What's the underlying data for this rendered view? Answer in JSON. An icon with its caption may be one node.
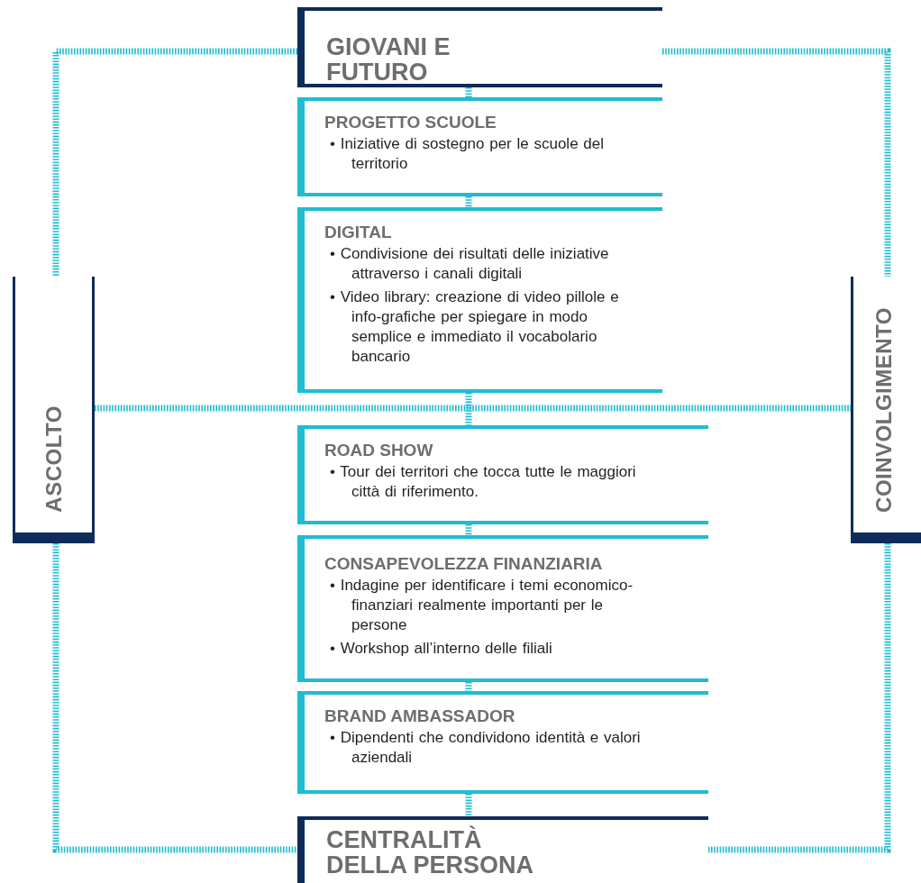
{
  "diagram": {
    "nodes": [
      {
        "text": [
          "GIOVANI E FUTURO"
        ]
      },
      {
        "text": [
          "PROGETTO SCUOLE",
          "• Iniziative di sostegno per le scuole del territorio"
        ]
      },
      {
        "text": [
          "DIGITAL",
          "• Condivisione dei risultati delle iniziative attraverso i canali digitali",
          "• Video library: creazione di video pillole e info-grafiche per spiegare in modo semplice e immediato il vocabolario bancario"
        ]
      },
      {
        "text": [
          "ROAD SHOW",
          "• Tour dei territori che tocca tutte le maggiori città di riferimento."
        ]
      },
      {
        "text": [
          "CONSAPEVOLEZZA FINANZIARIA",
          "• Indagine per identificare i temi economico-finanziari realmente importanti per le persone",
          "• Workshop all’interno delle filiali"
        ]
      },
      {
        "text": [
          "BRAND AMBASSADOR",
          "• Dipendenti che condividono identità e valori aziendali"
        ]
      },
      {
        "text": [
          "CENTRALITÀ DELLA PERSONA"
        ]
      },
      {
        "text": [
          "ASCOLTO"
        ]
      },
      {
        "text": [
          "COINVOLGIMENTO"
        ]
      }
    ],
    "edges": [
      {
        "from": 0,
        "to": 1,
        "arrow": "none",
        "style": "dashed"
      },
      {
        "from": 1,
        "to": 2,
        "arrow": "none",
        "style": "dashed"
      },
      {
        "from": 2,
        "to": 3,
        "arrow": "none",
        "style": "dashed"
      },
      {
        "from": 3,
        "to": 4,
        "arrow": "none",
        "style": "dashed"
      },
      {
        "from": 4,
        "to": 5,
        "arrow": "none",
        "style": "dashed"
      },
      {
        "from": 5,
        "to": 6,
        "arrow": "none",
        "style": "dashed"
      },
      {
        "from": 0,
        "to": 7,
        "arrow": "none",
        "style": "dashed"
      },
      {
        "from": 0,
        "to": 8,
        "arrow": "none",
        "style": "dashed"
      },
      {
        "from": 7,
        "to": 8,
        "arrow": "none",
        "style": "dashed"
      },
      {
        "from": 7,
        "to": 6,
        "arrow": "none",
        "style": "dashed"
      },
      {
        "from": 8,
        "to": 6,
        "arrow": "none",
        "style": "dashed"
      }
    ]
  }
}
